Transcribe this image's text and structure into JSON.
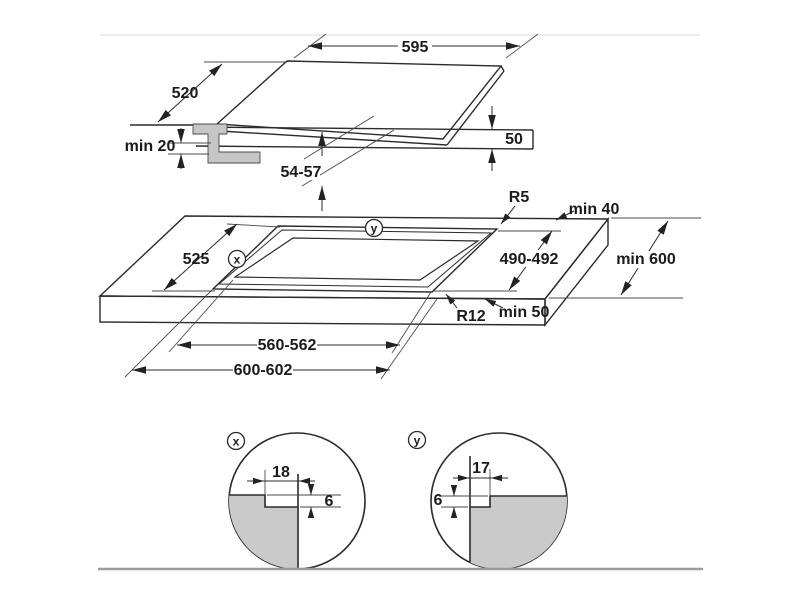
{
  "figure": {
    "kind": "appliance built-in installation drawing",
    "background_color": "#ffffff",
    "line_color": "#2b2b2b",
    "section_fill_color": "#cacaca",
    "ground_line_color": "#9c9c9c"
  },
  "top_view": {
    "width_mm": "595",
    "depth_mm": "520",
    "height_mm": "50",
    "built_in_depth_mm": "54-57",
    "min_clearance_below": "min 20"
  },
  "worktop_view": {
    "side_depth": "525",
    "top_radius": "R5",
    "rear_clearance": "min 40",
    "cutout_depth": "490-492",
    "worktop_depth": "min 600",
    "inner_radius": "R12",
    "front_clearance": "min 50",
    "inner_width": "560-562",
    "outer_width": "600-602",
    "marker_x": "x",
    "marker_y": "y"
  },
  "detail_x": {
    "marker": "x",
    "ledge_width": "18",
    "step_depth": "6"
  },
  "detail_y": {
    "marker": "y",
    "ledge_width": "17",
    "step_depth": "6"
  }
}
